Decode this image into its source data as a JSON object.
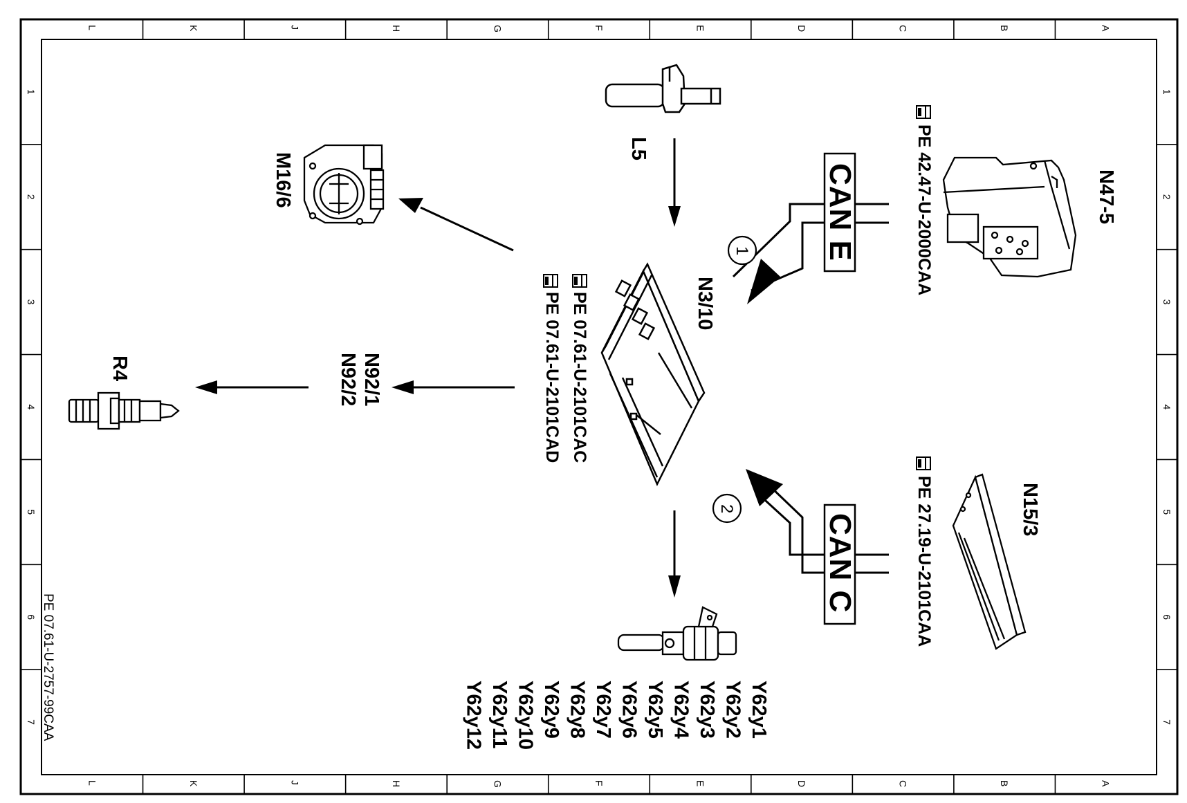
{
  "frame": {
    "columns": [
      "L",
      "K",
      "J",
      "H",
      "G",
      "F",
      "E",
      "D",
      "C",
      "B",
      "A"
    ],
    "rows": [
      "1",
      "2",
      "3",
      "4",
      "5",
      "6",
      "7"
    ]
  },
  "footer_code": "PE 07.61-U-2757-99CAA",
  "labels": {
    "l5": "L5",
    "m16_6": "M16/6",
    "n3_10": "N3/10",
    "n47_5": "N47-5",
    "n15_3": "N15/3",
    "r4": "R4",
    "n92_1": "N92/1",
    "n92_2": "N92/2"
  },
  "references": {
    "n3_10_ref_1": "PE 07.61-U-2101CAC",
    "n3_10_ref_2": "PE 07.61-U-2101CAD",
    "n47_5_ref": "PE 42.47-U-2000CAA",
    "n15_3_ref": "PE 27.19-U-2101CAA"
  },
  "can_buses": {
    "upper": "CAN E",
    "lower": "CAN C"
  },
  "callouts": {
    "upper": "1",
    "lower": "2"
  },
  "injectors": [
    "Y62y1",
    "Y62y2",
    "Y62y3",
    "Y62y4",
    "Y62y5",
    "Y62y6",
    "Y62y7",
    "Y62y8",
    "Y62y9",
    "Y62y10",
    "Y62y11",
    "Y62y12"
  ],
  "icons": {
    "reference_marker": "pointing-hand-book-icon"
  },
  "colors": {
    "ink": "#000000",
    "paper": "#ffffff"
  }
}
